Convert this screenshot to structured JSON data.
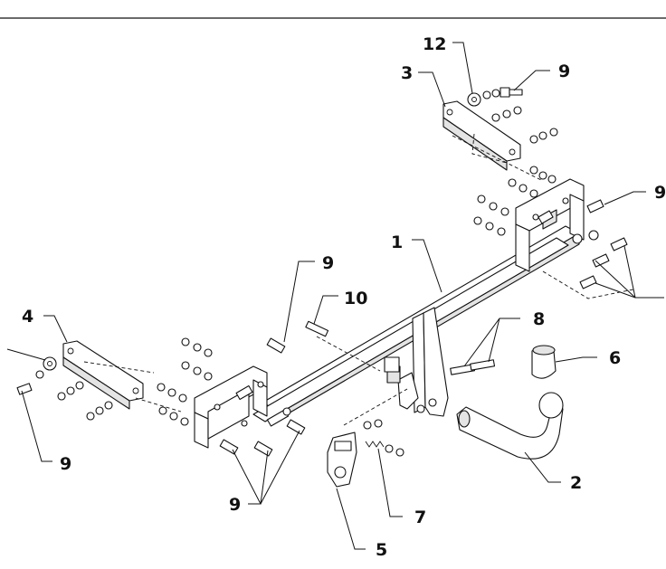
{
  "callouts": {
    "c1": "1",
    "c2": "2",
    "c3": "3",
    "c4": "4",
    "c5": "5",
    "c6": "6",
    "c7": "7",
    "c8": "8",
    "c9a": "9",
    "c9b": "9",
    "c9c": "9",
    "c9d": "9",
    "c9e": "9",
    "c10": "10",
    "c12": "12"
  }
}
